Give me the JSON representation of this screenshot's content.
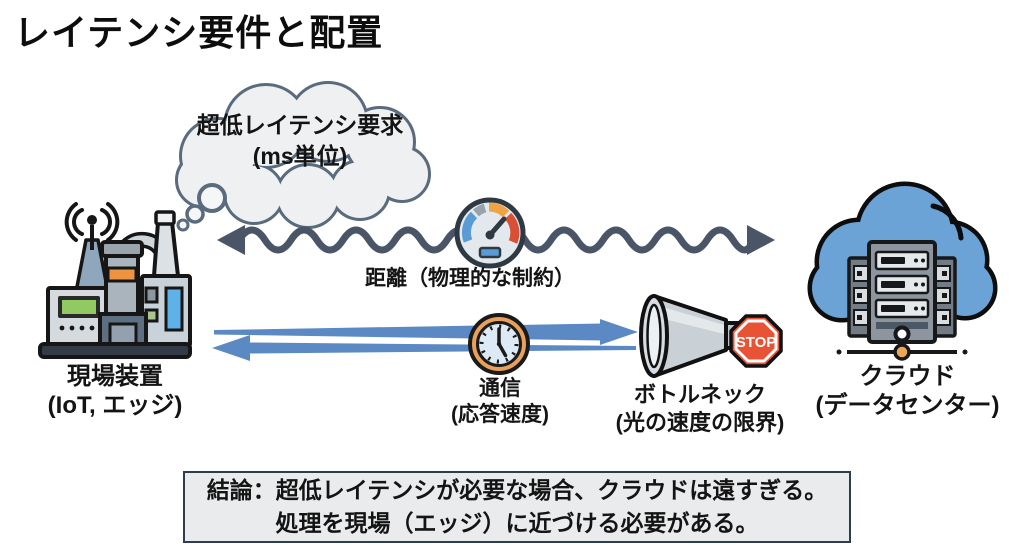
{
  "title": "レイテンシ要件と配置",
  "thought_bubble": {
    "line1": "超低レイテンシ要求",
    "line2": "(ms単位)"
  },
  "nodes": {
    "edge": {
      "label": "現場装置",
      "sublabel": "(IoT, エッジ)"
    },
    "cloud": {
      "label": "クラウド",
      "sublabel": "(データセンター)"
    }
  },
  "links": {
    "distance": {
      "label": "距離（物理的な制約）"
    },
    "communication": {
      "label": "通信",
      "sublabel": "(応答速度)"
    }
  },
  "bottleneck": {
    "label": "ボトルネック",
    "sublabel": "(光の速度の限界)",
    "stop_sign": "STOP"
  },
  "conclusion": {
    "line1": "結論：超低レイテンシが必要な場合、クラウドは遠すぎる。",
    "line2": "処理を現場（エッジ）に近づける必要がある。"
  },
  "colors": {
    "arrow_blue": "#5b89c4",
    "wave_slate": "#4a5567",
    "cloud_blue": "#6ba3d6",
    "stop_red": "#e85335",
    "clock_orange": "#e8a05a",
    "panel_gray": "#e9ebec"
  }
}
